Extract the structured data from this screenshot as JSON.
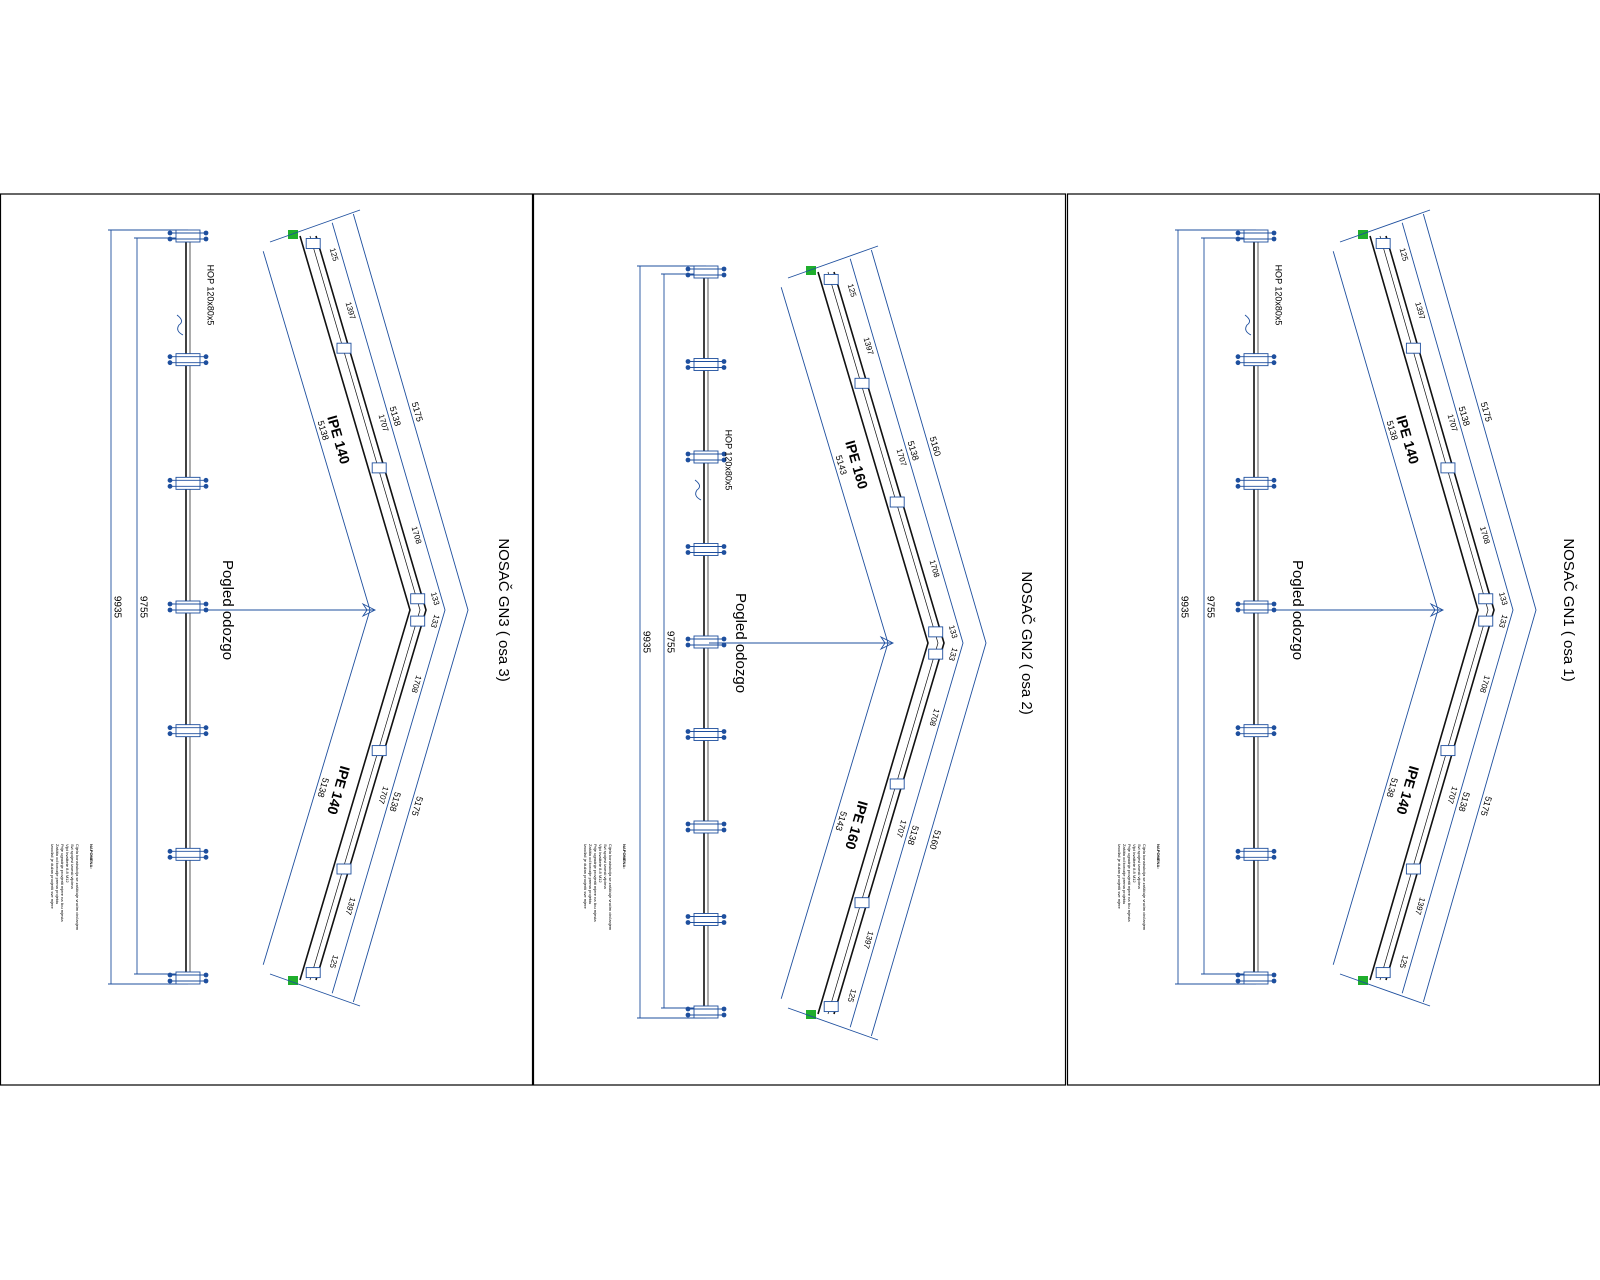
{
  "sheets": [
    {
      "title": "NOSAČ GN3 ( osa 3)",
      "view_label": "Pogled odozgo",
      "profile_top": "IPE 140",
      "profile_bottom": "IPE 140",
      "hop_label": "HOP 120x80x5",
      "dim_total_outer": "9935",
      "dim_total_inner": "9755",
      "dims_top": [
        "125",
        "1397",
        "1707",
        "1708",
        "133"
      ],
      "dims_bottom": [
        "133",
        "1708",
        "1707",
        "1397",
        "125"
      ],
      "len_outer_top": "5175",
      "len_mid_top": "5138",
      "len_inner_top": "5138",
      "len_outer_bottom": "5175",
      "len_mid_bottom": "5138",
      "len_inner_bottom": "5138",
      "notes_title": "NAPOMENA:",
      "notes": [
        "Cijela konstrukcija se zaštićuje vrućim cinčanjem",
        "Svi spojevi izvesti vijcima",
        "Vijci kvalitete 8.8 M12",
        "Prije ugradnje provjeriti mjere na licu mjesta",
        "Zaštita od korozije prema projektu",
        "Izvođač je dužan provjeriti sve mjere"
      ]
    },
    {
      "title": "NOSAČ GN2 ( osa 2)",
      "view_label": "Pogled odozgo",
      "profile_top": "IPE 160",
      "profile_bottom": "IPE 160",
      "hop_label": "HOP 120x80x5",
      "dim_total_outer": "9935",
      "dim_total_inner": "9755",
      "dims_top": [
        "125",
        "1397",
        "1707",
        "1708",
        "133"
      ],
      "dims_bottom": [
        "133",
        "1708",
        "1707",
        "1397",
        "125"
      ],
      "len_outer_top": "5160",
      "len_mid_top": "5138",
      "len_inner_top": "5143",
      "len_outer_bottom": "5160",
      "len_mid_bottom": "5138",
      "len_inner_bottom": "5143",
      "notes_title": "NAPOMENA:",
      "notes": [
        "Cijela konstrukcija se zaštićuje vrućim cinčanjem",
        "Svi spojevi izvesti vijcima",
        "Vijci kvalitete 8.8 M12",
        "Prije ugradnje provjeriti mjere na licu mjesta",
        "Zaštita od korozije prema projektu",
        "Izvođač je dužan provjeriti sve mjere"
      ]
    },
    {
      "title": "NOSAČ GN1 ( osa 1)",
      "view_label": "Pogled odozgo",
      "profile_top": "IPE 140",
      "profile_bottom": "IPE 140",
      "hop_label": "HOP 120x80x5",
      "dim_total_outer": "9935",
      "dim_total_inner": "9755",
      "dims_top": [
        "125",
        "1397",
        "1707",
        "1708",
        "133"
      ],
      "dims_bottom": [
        "133",
        "1708",
        "1707",
        "1397",
        "125"
      ],
      "len_outer_top": "5175",
      "len_mid_top": "5138",
      "len_inner_top": "5138",
      "len_outer_bottom": "5175",
      "len_mid_bottom": "5138",
      "len_inner_bottom": "5138",
      "notes_title": "NAPOMENA:",
      "notes": [
        "Cijela konstrukcija se zaštićuje vrućim cinčanjem",
        "Svi spojevi izvesti vijcima",
        "Vijci kvalitete 8.8 M12",
        "Prije ugradnje provjeriti mjere na licu mjesta",
        "Zaštita od korozije prema projektu",
        "Izvođač je dužan provjeriti sve mjere"
      ]
    }
  ],
  "colors": {
    "dimension": "#1e4f9e",
    "support": "#1fae2c",
    "ink": "#000000"
  }
}
